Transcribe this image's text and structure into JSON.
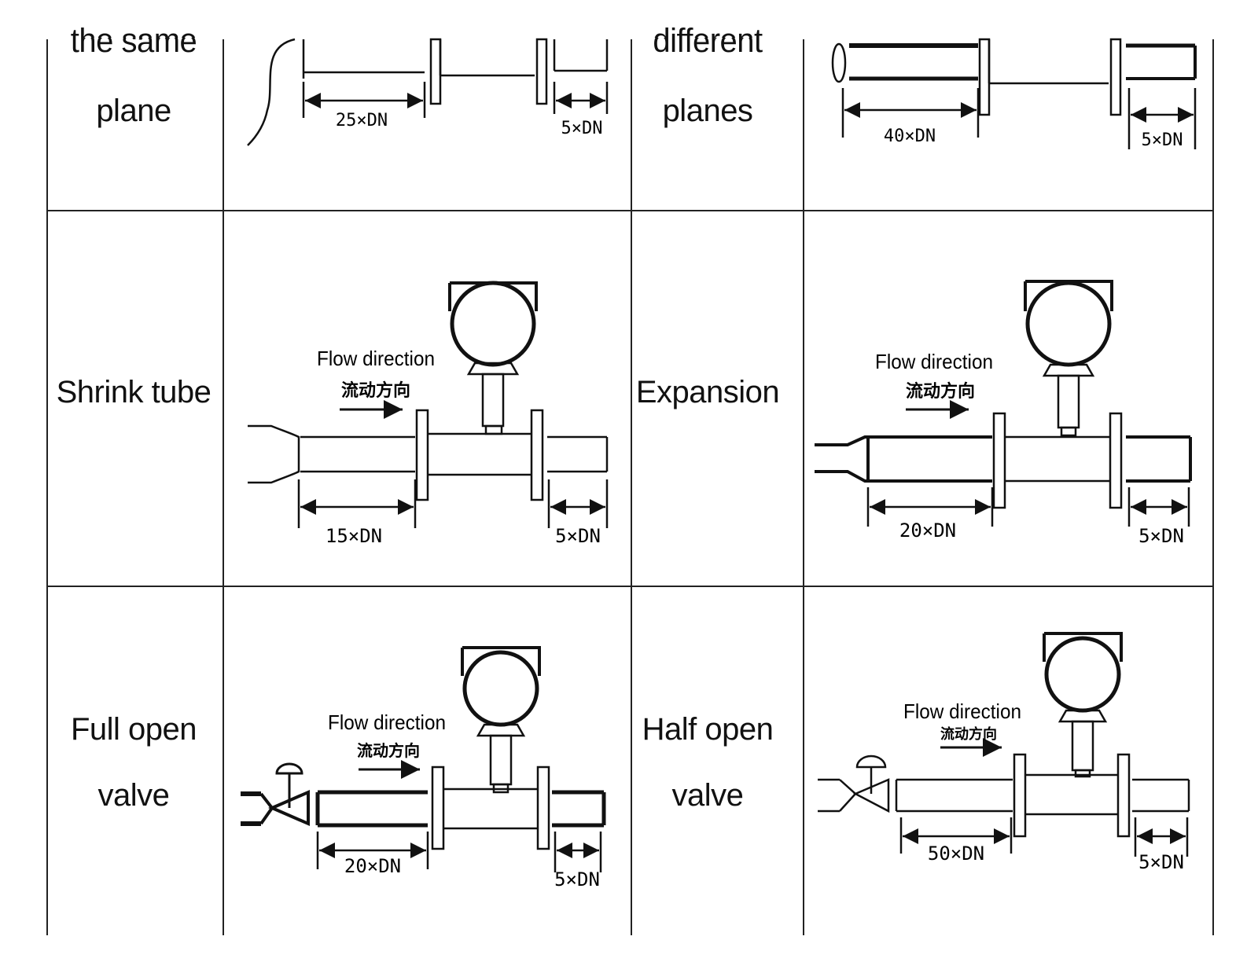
{
  "rows": [
    {
      "left_label": [
        "the same",
        "plane"
      ],
      "left_dims": {
        "upstream": "25×DN",
        "downstream": "5×DN"
      },
      "right_label": [
        "different",
        "planes"
      ],
      "right_dims": {
        "upstream": "40×DN",
        "downstream": "5×DN"
      }
    },
    {
      "left_label": [
        "Shrink tube"
      ],
      "left_dims": {
        "upstream": "15×DN",
        "downstream": "5×DN"
      },
      "right_label": [
        "Expansion"
      ],
      "right_dims": {
        "upstream": "20×DN",
        "downstream": "5×DN"
      }
    },
    {
      "left_label": [
        "Full open",
        "valve"
      ],
      "left_dims": {
        "upstream": "20×DN",
        "downstream": "5×DN"
      },
      "right_label": [
        "Half open",
        "valve"
      ],
      "right_dims": {
        "upstream": "50×DN",
        "downstream": "5×DN"
      }
    }
  ],
  "flow": {
    "english": "Flow direction",
    "chinese": "流动方向"
  }
}
